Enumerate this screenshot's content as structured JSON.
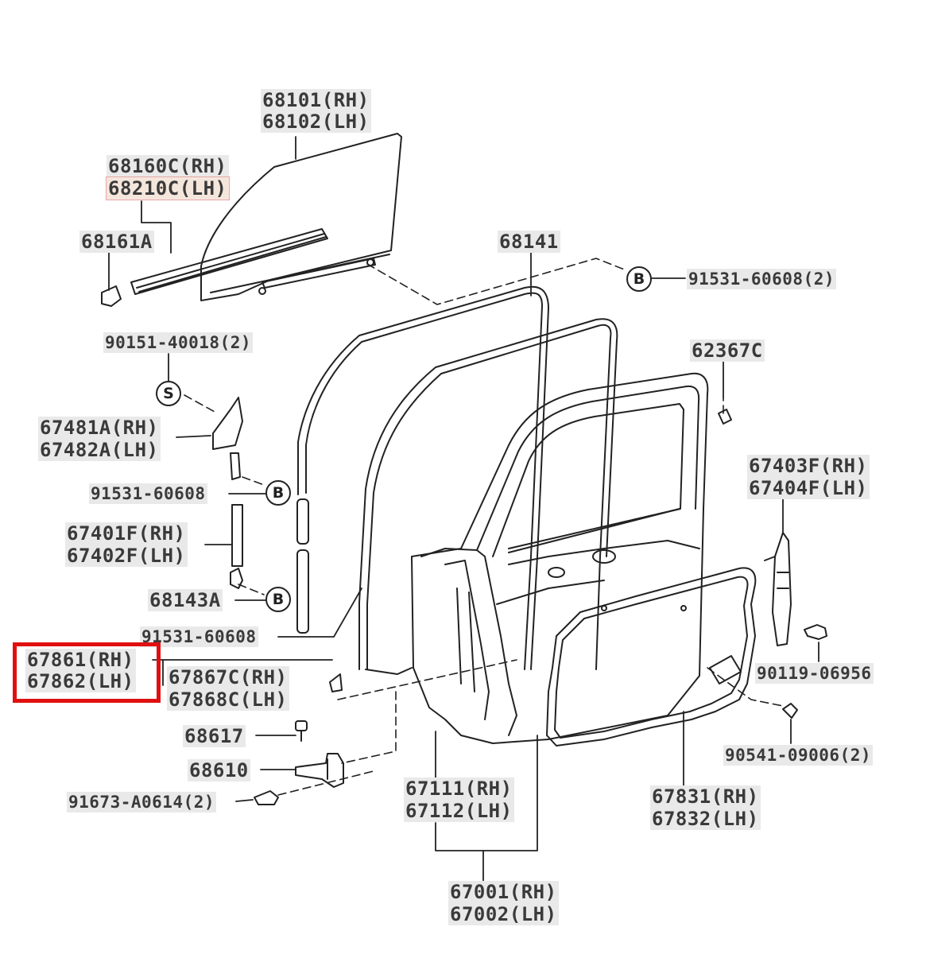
{
  "highlight_color": "#e01010",
  "labels": {
    "p68101": "68101(RH)",
    "p68102": "68102(LH)",
    "p68160c": "68160C(RH)",
    "p68210c": "68210C(LH)",
    "p68161a": "68161A",
    "p68141": "68141",
    "p91531_60608_2": "91531-60608(2)",
    "p90151": "90151-40018(2)",
    "p62367c": "62367C",
    "p67481a": "67481A(RH)",
    "p67482a": "67482A(LH)",
    "p67403f": "67403F(RH)",
    "p67404f": "67404F(LH)",
    "p91531_a": "91531-60608",
    "p67401f": "67401F(RH)",
    "p67402f": "67402F(LH)",
    "p68143a": "68143A",
    "p91531_b": "91531-60608",
    "p67861": "67861(RH)",
    "p67862": "67862(LH)",
    "p67867c": "67867C(RH)",
    "p67868c": "67868C(LH)",
    "p90119": "90119-06956",
    "p68617": "68617",
    "p68610": "68610",
    "p90541": "90541-09006(2)",
    "p91673": "91673-A0614(2)",
    "p67111": "67111(RH)",
    "p67112": "67112(LH)",
    "p67831": "67831(RH)",
    "p67832": "67832(LH)",
    "p67001": "67001(RH)",
    "p67002": "67002(LH)"
  },
  "symbols": {
    "b_top": "B",
    "s": "S",
    "b_mid": "B",
    "b_low": "B"
  }
}
